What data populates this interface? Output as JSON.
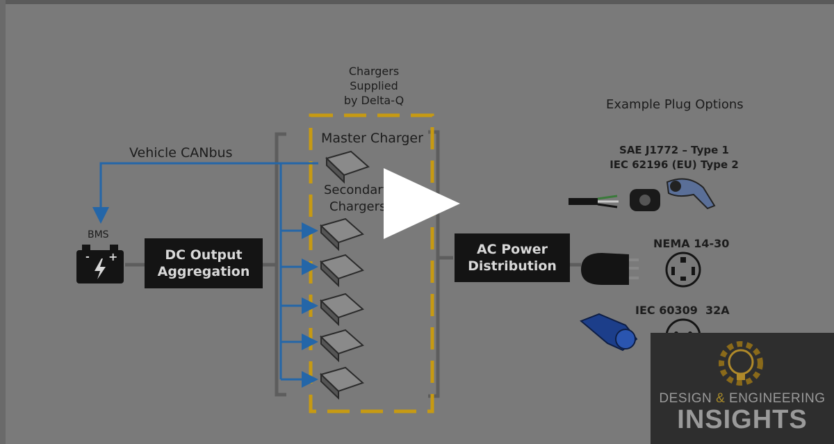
{
  "video": {
    "play_button": "play"
  },
  "diagram": {
    "chargers_supplied": [
      "Chargers",
      "Supplied",
      "by Delta-Q"
    ],
    "example_plug_options": "Example Plug Options",
    "master_charger": "Master Charger",
    "secondary_chargers": [
      "Secondary",
      "Chargers"
    ],
    "vehicle_canbus": "Vehicle CANbus",
    "bms": "BMS",
    "battery_minus": "-",
    "battery_plus": "+",
    "dc_output": [
      "DC Output",
      "Aggregation"
    ],
    "ac_power": [
      "AC Power",
      "Distribution"
    ],
    "plug_type1_line1": "SAE J1772 – Type 1",
    "plug_type1_line2": "IEC 62196 (EU) Type 2",
    "plug_nema": "NEMA 14-30",
    "plug_iec": "IEC 60309  32A"
  },
  "brand": {
    "line1_a": "DESIGN",
    "line1_amp": "&",
    "line1_b": "ENGINEERING",
    "line2": "INSIGHTS"
  },
  "colors": {
    "background": "#7a7a7a",
    "canbus_arrow": "#2466a8",
    "dashed_border": "#c79a12",
    "box_fill": "#141414"
  }
}
